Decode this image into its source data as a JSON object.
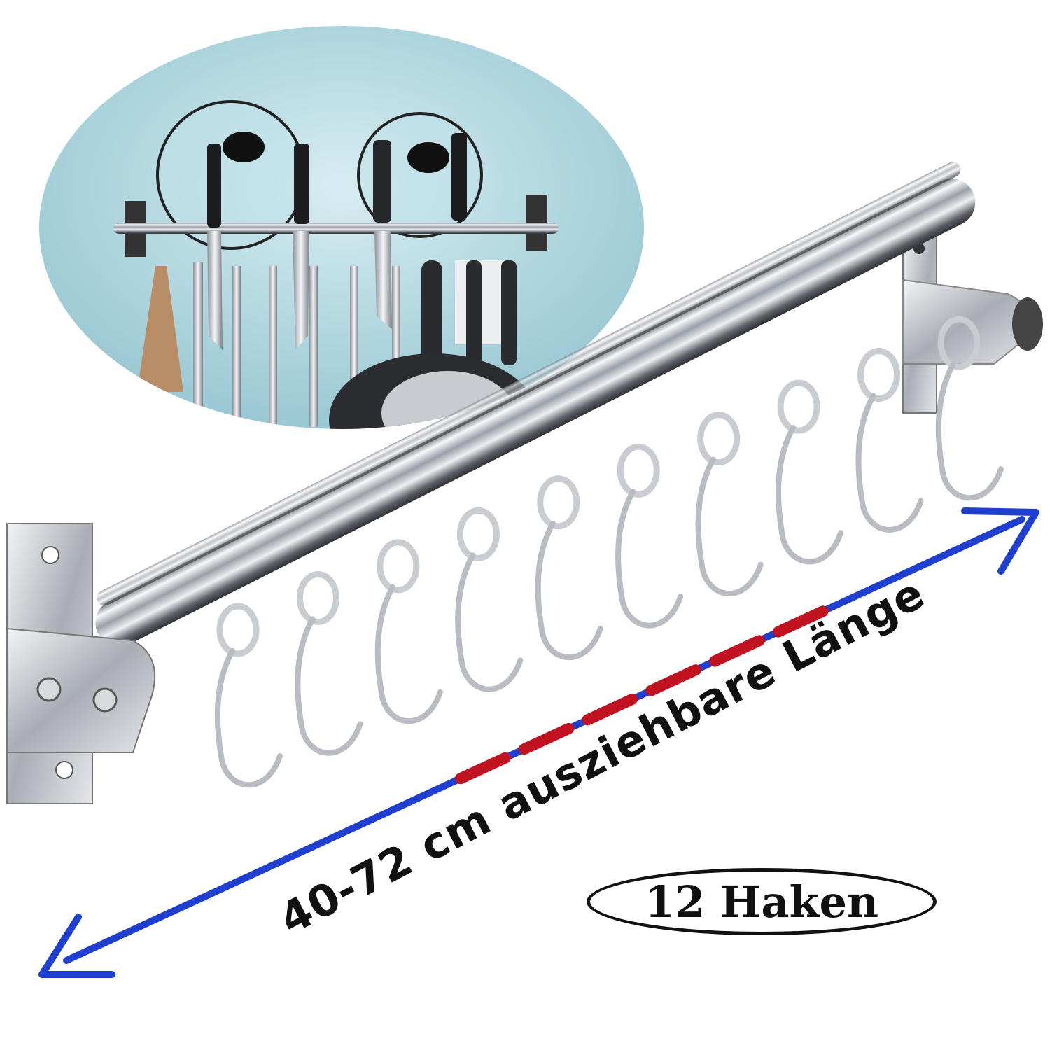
{
  "product": {
    "length_label": "40-72 cm ausziehbare Länge",
    "hooks_badge": "12 Haken"
  },
  "colors": {
    "arrow_blue": "#1f3fd1",
    "arrow_red": "#c1121f",
    "inset_bg": "#a9d3dd",
    "steel": "#c9ccd1"
  },
  "icons": {
    "inset": "kitchen-rack-in-use-photo",
    "main": "telescopic-rail-with-hooks"
  }
}
